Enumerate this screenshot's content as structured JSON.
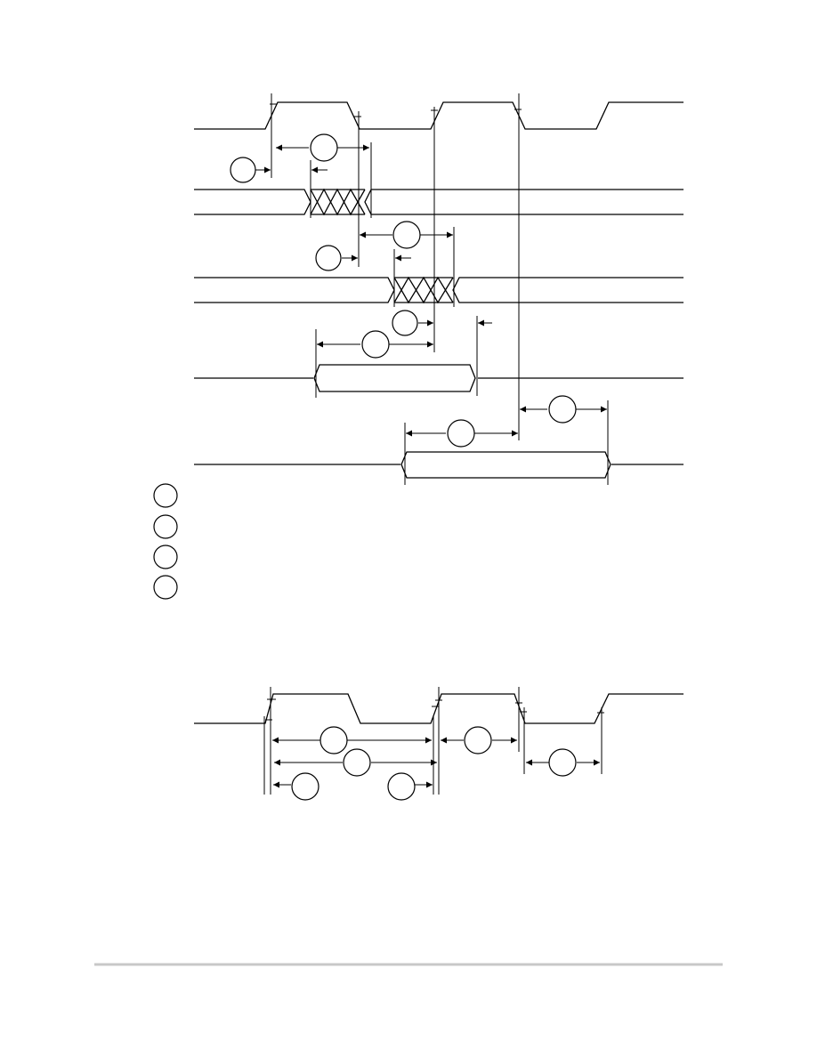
{
  "figure_top": {
    "signals": [
      {
        "id": "sig-clock"
      },
      {
        "id": "sig-bus-a"
      },
      {
        "id": "sig-bus-b"
      },
      {
        "id": "sig-strobe-1"
      },
      {
        "id": "sig-strobe-2"
      }
    ],
    "parameter_markers": [
      {
        "id": "marker-1"
      },
      {
        "id": "marker-2"
      },
      {
        "id": "marker-3"
      },
      {
        "id": "marker-4"
      },
      {
        "id": "marker-5"
      },
      {
        "id": "marker-6"
      },
      {
        "id": "marker-7"
      },
      {
        "id": "marker-8"
      },
      {
        "id": "marker-9"
      }
    ],
    "legend": [
      {
        "id": "legend-1",
        "text": ""
      },
      {
        "id": "legend-2",
        "text": ""
      },
      {
        "id": "legend-3",
        "text": ""
      },
      {
        "id": "legend-4",
        "text": ""
      }
    ]
  },
  "figure_bottom": {
    "signals": [
      {
        "id": "sig-clock-timing"
      }
    ],
    "parameter_markers": [
      {
        "id": "marker-10"
      },
      {
        "id": "marker-11"
      },
      {
        "id": "marker-12"
      },
      {
        "id": "marker-13"
      },
      {
        "id": "marker-14"
      },
      {
        "id": "marker-15"
      }
    ]
  },
  "colors": {
    "ink": "#000000",
    "rule": "#c8c8c8",
    "background": "#ffffff"
  }
}
